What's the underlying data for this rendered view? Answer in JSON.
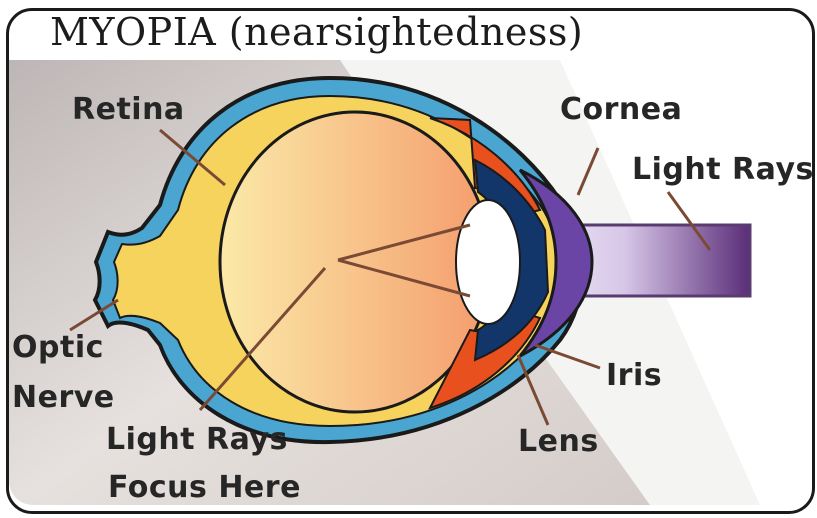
{
  "title": "MYOPIA (nearsightedness)",
  "labels": {
    "retina": "Retina",
    "cornea": "Cornea",
    "light_rays_in": "Light Rays",
    "optic_nerve_1": "Optic",
    "optic_nerve_2": "Nerve",
    "iris": "Iris",
    "focus_1": "Light Rays",
    "focus_2": "Focus Here",
    "lens": "Lens"
  },
  "colors": {
    "sclera_outer": "#4aa6d0",
    "retina_layer": "#f6d35c",
    "vitreous": "#f7b47e",
    "iris": "#e8501e",
    "inner_dark": "#12356a",
    "cornea": "#6a45a6",
    "background_shade": "#d8d2cf",
    "leader_line": "#7b4a35"
  }
}
